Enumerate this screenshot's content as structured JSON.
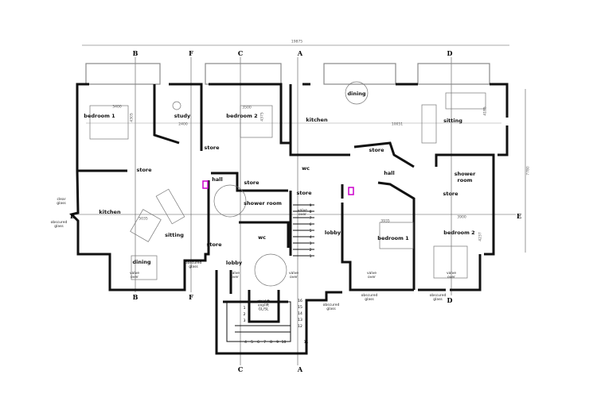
{
  "overall_dimension": "19875",
  "height_dimension": "7780",
  "grid_lines": {
    "B": "B",
    "F": "F",
    "C": "C",
    "A": "A",
    "D": "D",
    "E": "E"
  },
  "rooms_left_flat": {
    "bedroom1": "bedroom 1",
    "study": "study",
    "bedroom2": "bedroom 2",
    "store_a": "store",
    "store_b": "store",
    "hall": "hall",
    "store_c": "store",
    "shower_room": "shower room",
    "kitchen": "kitchen",
    "sitting": "sitting",
    "store_d": "store",
    "wc": "wc",
    "dining": "dining",
    "lobby": "lobby"
  },
  "rooms_right_flat": {
    "kitchen": "kitchen",
    "dining": "dining",
    "sitting": "sitting",
    "store_a": "store",
    "wc": "wc",
    "hall": "hall",
    "shower_room": "shower room",
    "store_b": "store",
    "store_c": "store",
    "lobby": "lobby",
    "bedroom1": "bedroom 1",
    "bedroom2": "bedroom 2"
  },
  "notes": {
    "valve_over": "valve over",
    "clear_glass": "clear glass",
    "obscured_glass": "obscured glass",
    "stairlift": "stairlift\nexplift\nGL/SL"
  },
  "dimensions": {
    "bed1_l": "3400",
    "study": "2400",
    "bed2_l": "3500",
    "kitchen_sitting": "10051",
    "bed1_r": "3935",
    "bed2_r": "3900",
    "sitting_l": "5035",
    "bed1_l_h": "4305",
    "bed2_l_h": "4375",
    "sitting_r_h": "4185",
    "bed_r_h": "4237"
  },
  "stair_numbers_top": [
    "16",
    "15",
    "14",
    "13",
    "12"
  ],
  "stair_numbers_left": [
    "1",
    "2",
    "3"
  ],
  "stair_numbers_bottom": [
    "4",
    "5",
    "6",
    "7",
    "8",
    "9",
    "10",
    "11"
  ],
  "stair_numbers_right_flight": [
    "9",
    "8",
    "7",
    "6",
    "5",
    "4",
    "3",
    "2",
    "1"
  ],
  "colors": {
    "wall": "#111111",
    "accent": "#cc00cc"
  }
}
